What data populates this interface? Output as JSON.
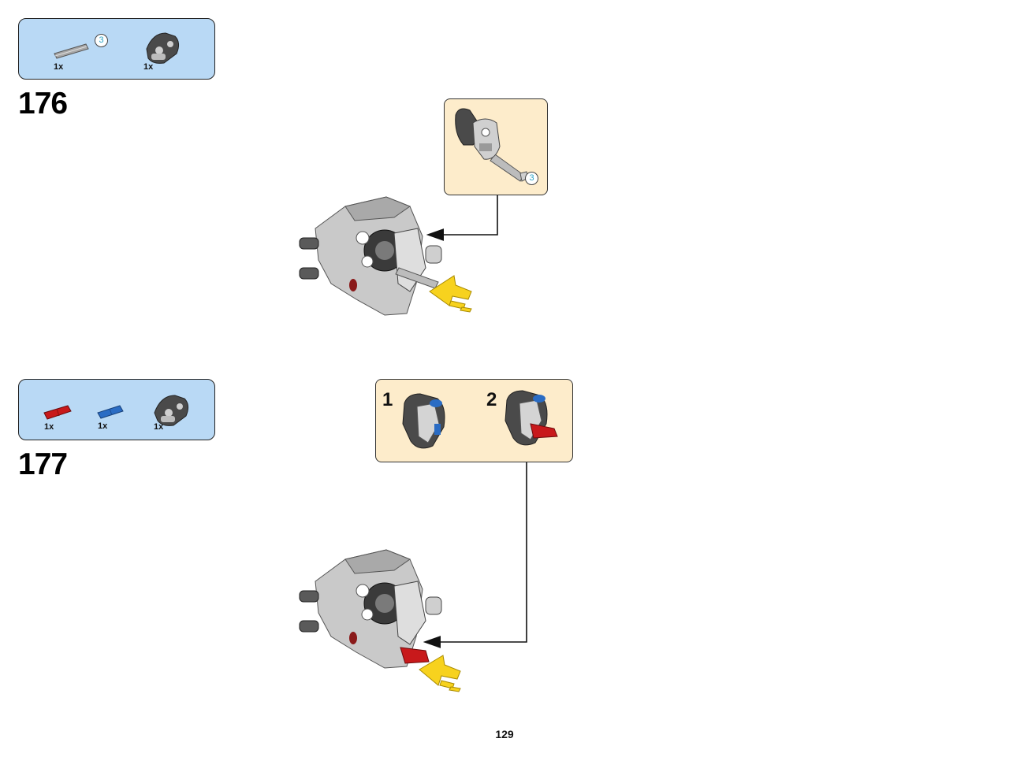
{
  "steps": [
    {
      "number": "176",
      "parts": [
        {
          "qty": "1x",
          "name": "axle-length-3",
          "color": "#9a9a9a",
          "length_label": "3"
        },
        {
          "qty": "1x",
          "name": "beam-connector",
          "color": "#4a4a4a"
        }
      ],
      "callout": {
        "part_length_label": "3"
      }
    },
    {
      "number": "177",
      "parts": [
        {
          "qty": "1x",
          "name": "red-axle-pin",
          "color": "#c8191b"
        },
        {
          "qty": "1x",
          "name": "blue-axle-pin",
          "color": "#2a6cc4"
        },
        {
          "qty": "1x",
          "name": "beam-connector",
          "color": "#4a4a4a"
        }
      ],
      "callout": {
        "sub_steps": [
          "1",
          "2"
        ]
      }
    }
  ],
  "page_number": "129",
  "colors": {
    "parts_box_bg": "#b9d9f5",
    "callout_bg": "#fdeccb",
    "arrow_yellow": "#f7d21e",
    "light_gray": "#c9c9c9",
    "dark_gray": "#4a4a4a"
  }
}
